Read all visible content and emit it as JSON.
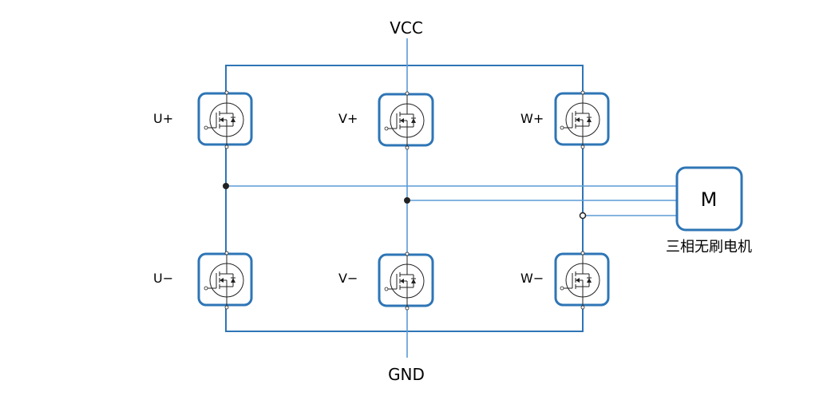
{
  "rails": {
    "top": "VCC",
    "bottom": "GND"
  },
  "switches": {
    "high": [
      "U+",
      "V+",
      "W+"
    ],
    "low": [
      "U−",
      "V−",
      "W−"
    ]
  },
  "motor": {
    "letter": "M",
    "caption": "三相无刷电机"
  },
  "icons": {
    "switch": "mosfet-icon"
  },
  "colors": {
    "wire": "#2e75b6",
    "box": "#2e75b6"
  }
}
